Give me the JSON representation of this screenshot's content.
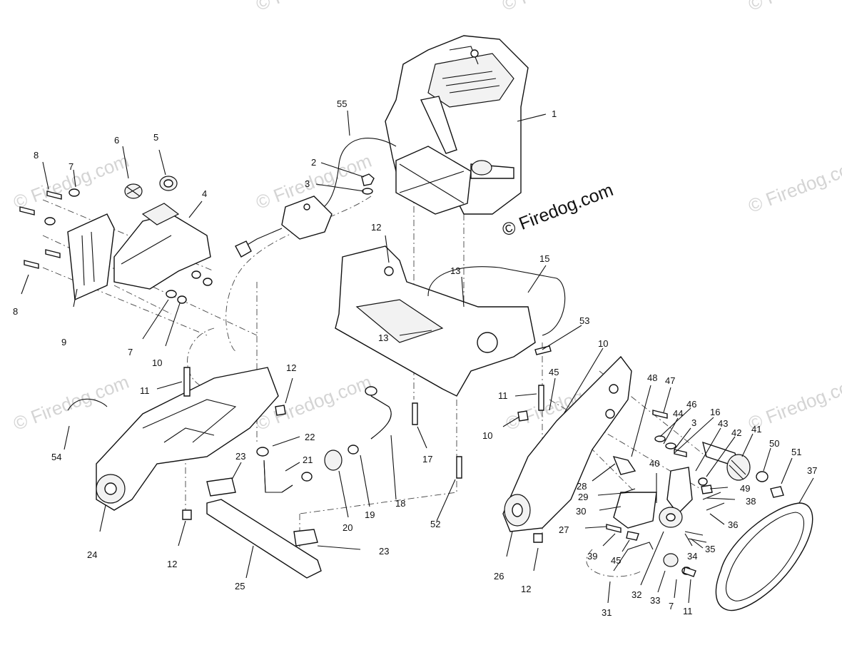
{
  "watermarks": {
    "text": "© Firedog.com",
    "copyright": "© Firedog.com"
  },
  "callouts": [
    {
      "id": "c-1",
      "label": "1"
    },
    {
      "id": "c-55",
      "label": "55"
    },
    {
      "id": "c-2",
      "label": "2"
    },
    {
      "id": "c-3a",
      "label": "3"
    },
    {
      "id": "c-6",
      "label": "6"
    },
    {
      "id": "c-5",
      "label": "5"
    },
    {
      "id": "c-8a",
      "label": "8"
    },
    {
      "id": "c-7a",
      "label": "7"
    },
    {
      "id": "c-4",
      "label": "4"
    },
    {
      "id": "c-8b",
      "label": "8"
    },
    {
      "id": "c-9",
      "label": "9"
    },
    {
      "id": "c-7b",
      "label": "7"
    },
    {
      "id": "c-10a",
      "label": "10"
    },
    {
      "id": "c-12a",
      "label": "12"
    },
    {
      "id": "c-15",
      "label": "15"
    },
    {
      "id": "c-13a",
      "label": "13"
    },
    {
      "id": "c-13b",
      "label": "13"
    },
    {
      "id": "c-53",
      "label": "53"
    },
    {
      "id": "c-10b",
      "label": "10"
    },
    {
      "id": "c-11a",
      "label": "11"
    },
    {
      "id": "c-12b",
      "label": "12"
    },
    {
      "id": "c-45a",
      "label": "45"
    },
    {
      "id": "c-48",
      "label": "48"
    },
    {
      "id": "c-47",
      "label": "47"
    },
    {
      "id": "c-11b",
      "label": "11"
    },
    {
      "id": "c-46",
      "label": "46"
    },
    {
      "id": "c-44",
      "label": "44"
    },
    {
      "id": "c-16",
      "label": "16"
    },
    {
      "id": "c-3b",
      "label": "3"
    },
    {
      "id": "c-43",
      "label": "43"
    },
    {
      "id": "c-42",
      "label": "42"
    },
    {
      "id": "c-41",
      "label": "41"
    },
    {
      "id": "c-50",
      "label": "50"
    },
    {
      "id": "c-51",
      "label": "51"
    },
    {
      "id": "c-37",
      "label": "37"
    },
    {
      "id": "c-54",
      "label": "54"
    },
    {
      "id": "c-22",
      "label": "22"
    },
    {
      "id": "c-10c",
      "label": "10"
    },
    {
      "id": "c-17",
      "label": "17"
    },
    {
      "id": "c-23a",
      "label": "23"
    },
    {
      "id": "c-21",
      "label": "21"
    },
    {
      "id": "c-18",
      "label": "18"
    },
    {
      "id": "c-19",
      "label": "19"
    },
    {
      "id": "c-20",
      "label": "20"
    },
    {
      "id": "c-52",
      "label": "52"
    },
    {
      "id": "c-28",
      "label": "28"
    },
    {
      "id": "c-29",
      "label": "29"
    },
    {
      "id": "c-40",
      "label": "40"
    },
    {
      "id": "c-49",
      "label": "49"
    },
    {
      "id": "c-38",
      "label": "38"
    },
    {
      "id": "c-30",
      "label": "30"
    },
    {
      "id": "c-36",
      "label": "36"
    },
    {
      "id": "c-27",
      "label": "27"
    },
    {
      "id": "c-35",
      "label": "35"
    },
    {
      "id": "c-24",
      "label": "24"
    },
    {
      "id": "c-23b",
      "label": "23"
    },
    {
      "id": "c-39",
      "label": "39"
    },
    {
      "id": "c-45b",
      "label": "45"
    },
    {
      "id": "c-34",
      "label": "34"
    },
    {
      "id": "c-12c",
      "label": "12"
    },
    {
      "id": "c-26",
      "label": "26"
    },
    {
      "id": "c-12d",
      "label": "12"
    },
    {
      "id": "c-25",
      "label": "25"
    },
    {
      "id": "c-32",
      "label": "32"
    },
    {
      "id": "c-33",
      "label": "33"
    },
    {
      "id": "c-7c",
      "label": "7"
    },
    {
      "id": "c-11c",
      "label": "11"
    },
    {
      "id": "c-31",
      "label": "31"
    }
  ]
}
